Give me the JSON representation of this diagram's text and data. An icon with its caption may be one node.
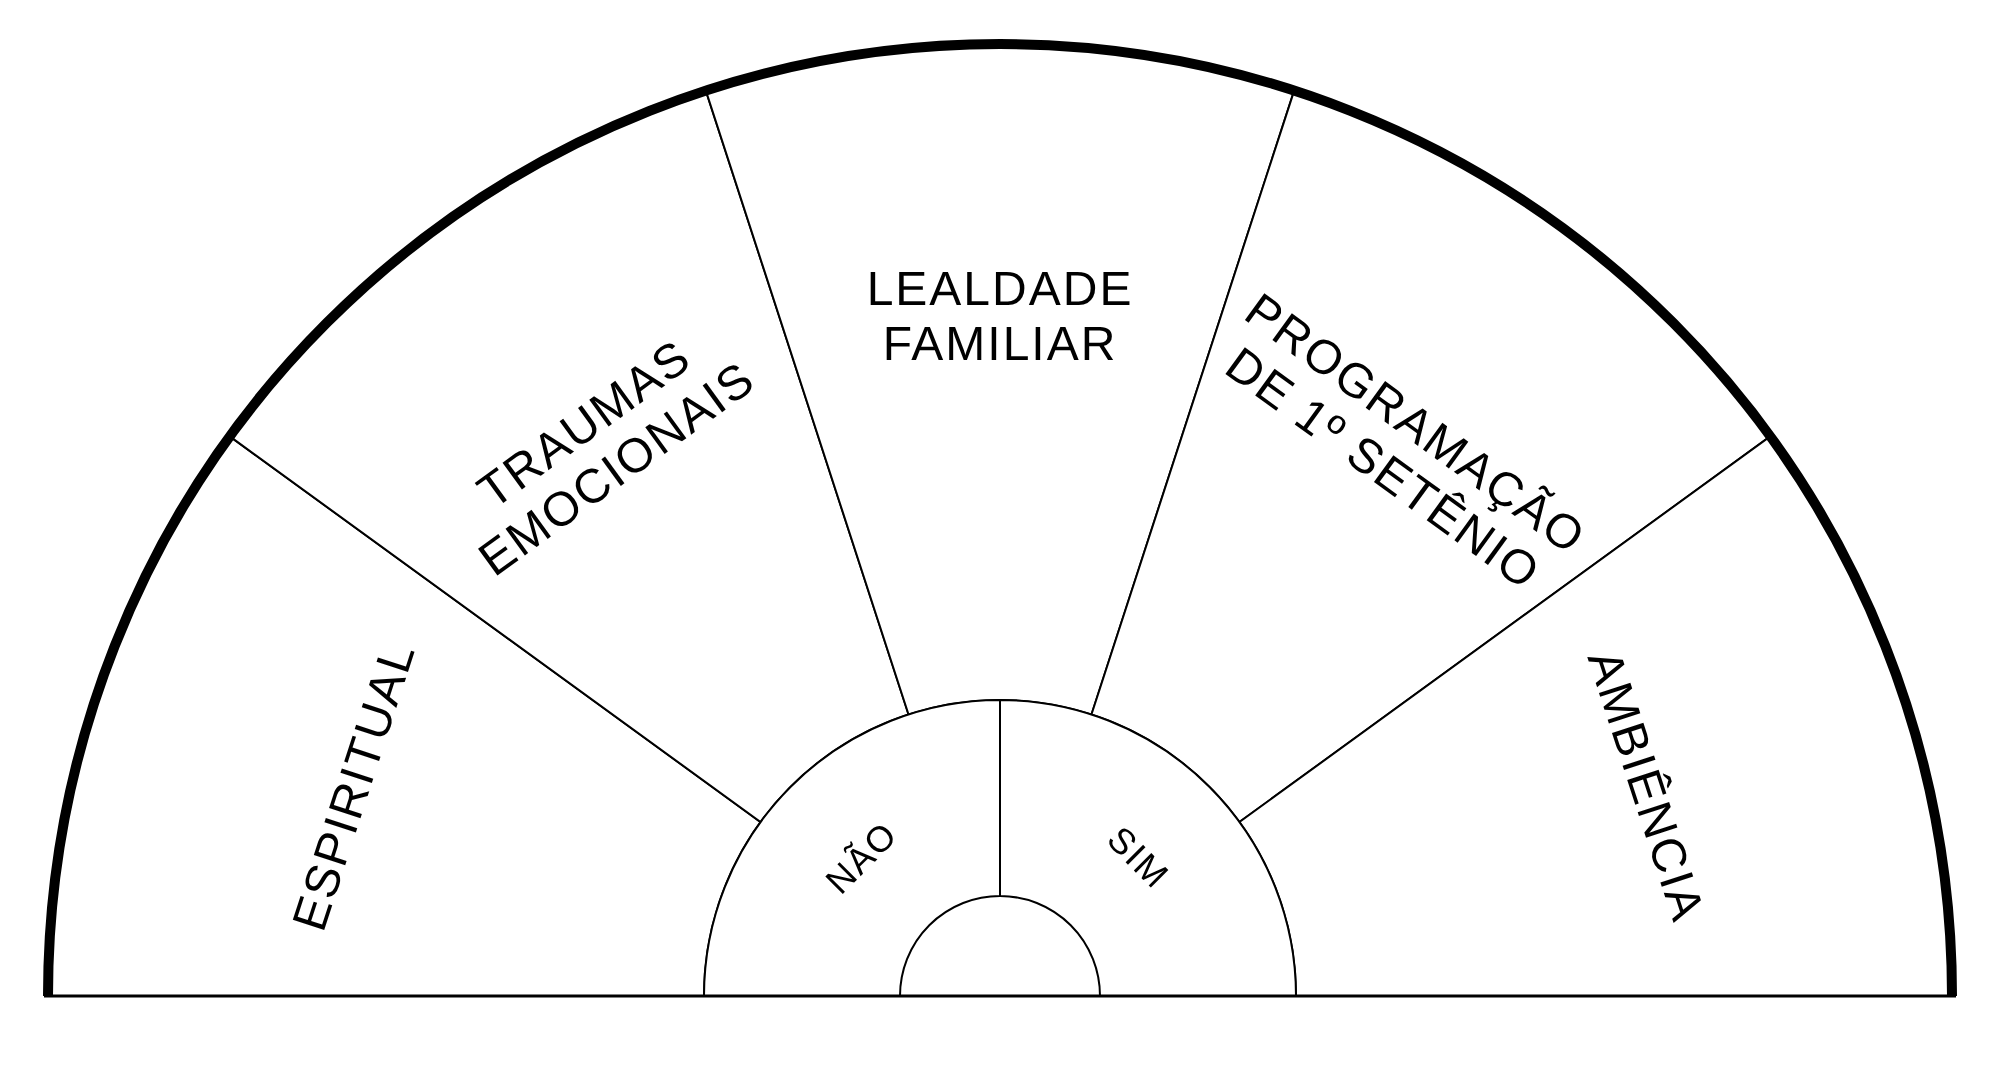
{
  "diagram": {
    "nodes": [
      {
        "text": [
          "ESPIRITUAL"
        ]
      },
      {
        "text": [
          "TRAUMAS EMOCIONAIS"
        ]
      },
      {
        "text": [
          "LEALDADE FAMILIAR"
        ]
      },
      {
        "text": [
          "PROGRAMAÇÃO DE 1º SETÊNIO"
        ]
      },
      {
        "text": [
          "AMBIÊNCIA"
        ]
      },
      {
        "text": [
          "NÃO"
        ]
      },
      {
        "text": [
          "SIM"
        ]
      }
    ]
  }
}
